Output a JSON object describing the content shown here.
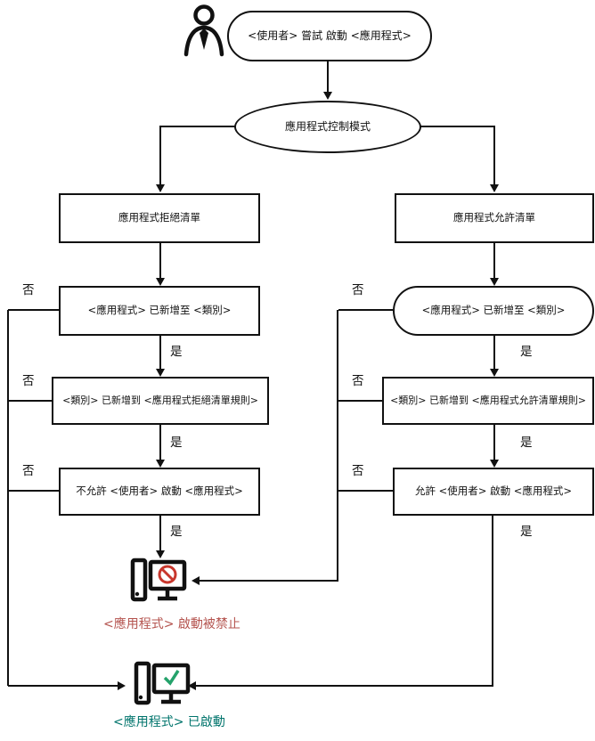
{
  "diagram": {
    "start": "<使用者> 嘗試 啟動 <應用程式>",
    "mode": "應用程式控制模式",
    "denylist": {
      "list": "應用程式拒絕清單",
      "added_to_category": "<應用程式> 已新增至 <類別>",
      "category_in_rule": "<類別> 已新增到 <應用程式拒絕清單規則>",
      "decision": "不允許 <使用者> 啟動 <應用程式>"
    },
    "allowlist": {
      "list": "應用程式允許清單",
      "added_to_category": "<應用程式> 已新增至 <類別>",
      "category_in_rule": "<類別> 已新增到 <應用程式允許清單規則>",
      "decision": "允許 <使用者> 啟動 <應用程式>"
    },
    "outcome_blocked": "<應用程式> 啟動被禁止",
    "outcome_started": "<應用程式> 已啟動",
    "label_yes": "是",
    "label_no": "否",
    "colors": {
      "blocked_text": "#b4534e",
      "started_text": "#00746c",
      "prohibit_badge": "#c8372d",
      "check_badge": "#24a26b",
      "line": "#111111"
    }
  }
}
